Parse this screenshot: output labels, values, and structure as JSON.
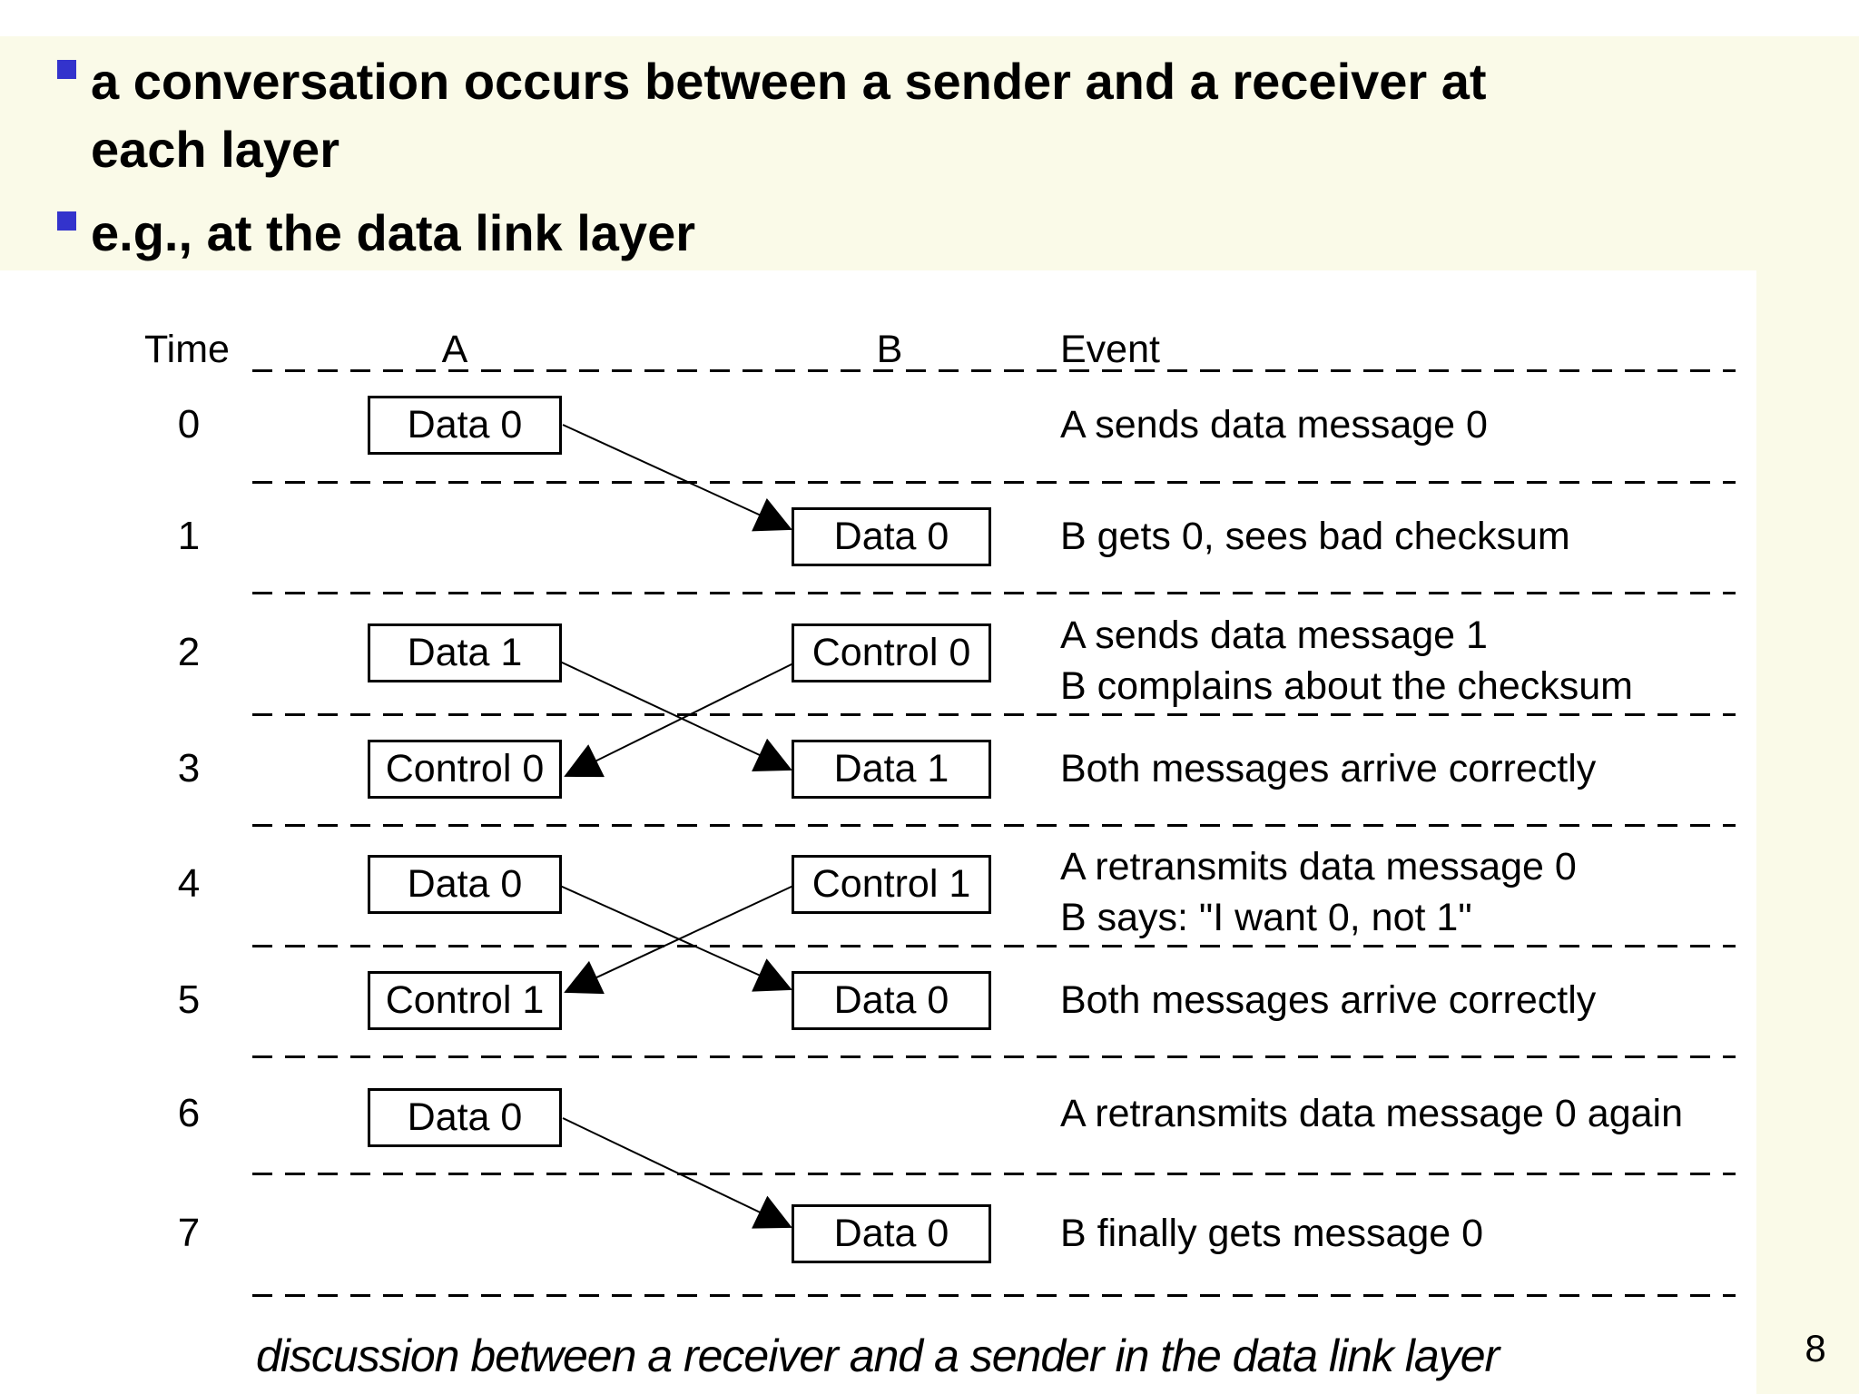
{
  "slide": {
    "bullets": [
      {
        "lines": [
          "a conversation occurs between a sender and a receiver at",
          "each layer"
        ]
      },
      {
        "lines": [
          "e.g., at the data link layer"
        ]
      }
    ],
    "caption": "discussion between a receiver and a sender in the data link layer",
    "page_number": "8"
  },
  "table": {
    "headers": {
      "time": "Time",
      "a": "A",
      "b": "B",
      "event": "Event"
    },
    "rows": [
      {
        "time": "0",
        "a_box": "Data 0",
        "b_box": null,
        "event_lines": [
          "A sends data message 0"
        ]
      },
      {
        "time": "1",
        "a_box": null,
        "b_box": "Data 0",
        "event_lines": [
          "B gets 0, sees bad checksum"
        ]
      },
      {
        "time": "2",
        "a_box": "Data 1",
        "b_box": "Control 0",
        "event_lines": [
          "A sends data message 1",
          "B complains about the checksum"
        ]
      },
      {
        "time": "3",
        "a_box": "Control 0",
        "b_box": "Data 1",
        "event_lines": [
          "Both messages arrive correctly"
        ]
      },
      {
        "time": "4",
        "a_box": "Data 0",
        "b_box": "Control 1",
        "event_lines": [
          "A retransmits data message 0",
          "B says: \"I want 0, not 1\""
        ]
      },
      {
        "time": "5",
        "a_box": "Control 1",
        "b_box": "Data 0",
        "event_lines": [
          "Both messages arrive correctly"
        ]
      },
      {
        "time": "6",
        "a_box": "Data 0",
        "b_box": null,
        "event_lines": [
          "A retransmits data message 0 again"
        ]
      },
      {
        "time": "7",
        "a_box": null,
        "b_box": "Data 0",
        "event_lines": [
          "B finally gets message 0"
        ]
      }
    ],
    "arrows": [
      {
        "from": "A time 0",
        "to": "B time 1"
      },
      {
        "from": "A time 2",
        "to": "B time 3"
      },
      {
        "from": "B time 2",
        "to": "A time 3"
      },
      {
        "from": "A time 4",
        "to": "B time 5"
      },
      {
        "from": "B time 4",
        "to": "A time 5"
      },
      {
        "from": "A time 6",
        "to": "B time 7"
      }
    ]
  },
  "colors": {
    "bullet_square": "#3333cc",
    "background_cream": "#fafae8",
    "diagram_background": "#ffffff",
    "line_color": "#000000"
  }
}
